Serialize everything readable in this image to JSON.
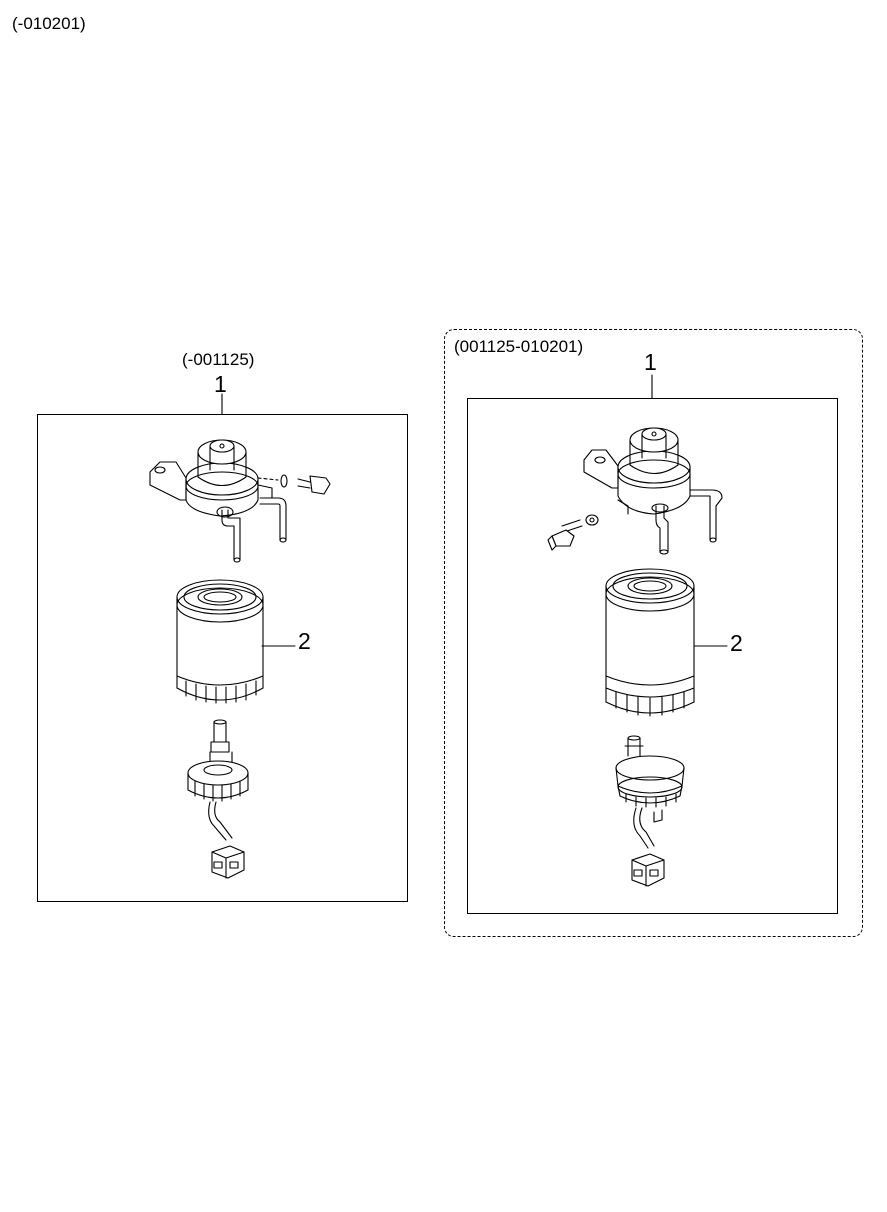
{
  "page_code": "(-010201)",
  "left_group": {
    "range": "(-001125)",
    "ref_assembly": "1",
    "ref_filter": "2",
    "parts": [
      "filter-head-icon",
      "bleed-screw-icon",
      "filter-cartridge-icon",
      "water-sensor-icon",
      "connector-icon"
    ]
  },
  "right_group": {
    "range": "(001125-010201)",
    "ref_assembly": "1",
    "ref_filter": "2",
    "parts": [
      "filter-head-icon",
      "bleed-screw-icon",
      "filter-cartridge-icon",
      "water-sensor-icon",
      "connector-icon"
    ]
  }
}
